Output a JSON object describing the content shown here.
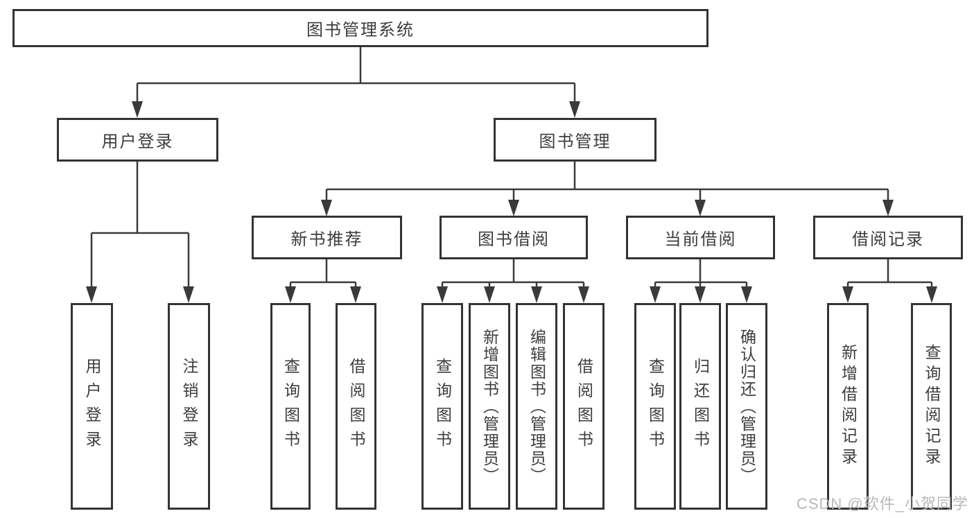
{
  "diagram": {
    "root": {
      "label": "图书管理系统"
    },
    "level2": [
      {
        "label": "用户登录"
      },
      {
        "label": "图书管理"
      }
    ],
    "level3": [
      {
        "label": "新书推荐"
      },
      {
        "label": "图书借阅"
      },
      {
        "label": "当前借阅"
      },
      {
        "label": "借阅记录"
      }
    ],
    "leaves": {
      "user_login": [
        {
          "label": "用户登录"
        },
        {
          "label": "注销登录"
        }
      ],
      "new_book_recommend": [
        {
          "label": "查询图书"
        },
        {
          "label": "借阅图书"
        }
      ],
      "book_borrowing": [
        {
          "label": "查询图书"
        },
        {
          "label": "新增图书（管理员）"
        },
        {
          "label": "编辑图书（管理员）"
        },
        {
          "label": "借阅图书"
        }
      ],
      "current_borrowing": [
        {
          "label": "查询图书"
        },
        {
          "label": "归还图书"
        },
        {
          "label": "确认归还（管理员）"
        }
      ],
      "borrow_records": [
        {
          "label": "新增借阅记录"
        },
        {
          "label": "查询借阅记录"
        }
      ]
    }
  },
  "watermark": {
    "text": "CSDN @软件_小贺同学"
  },
  "colors": {
    "line": "#3a3a3a",
    "box_border": "#333333",
    "box_fill": "#ffffff",
    "text": "#3d3d3d",
    "watermark": "#b9b9b9",
    "background": "#ffffff"
  }
}
